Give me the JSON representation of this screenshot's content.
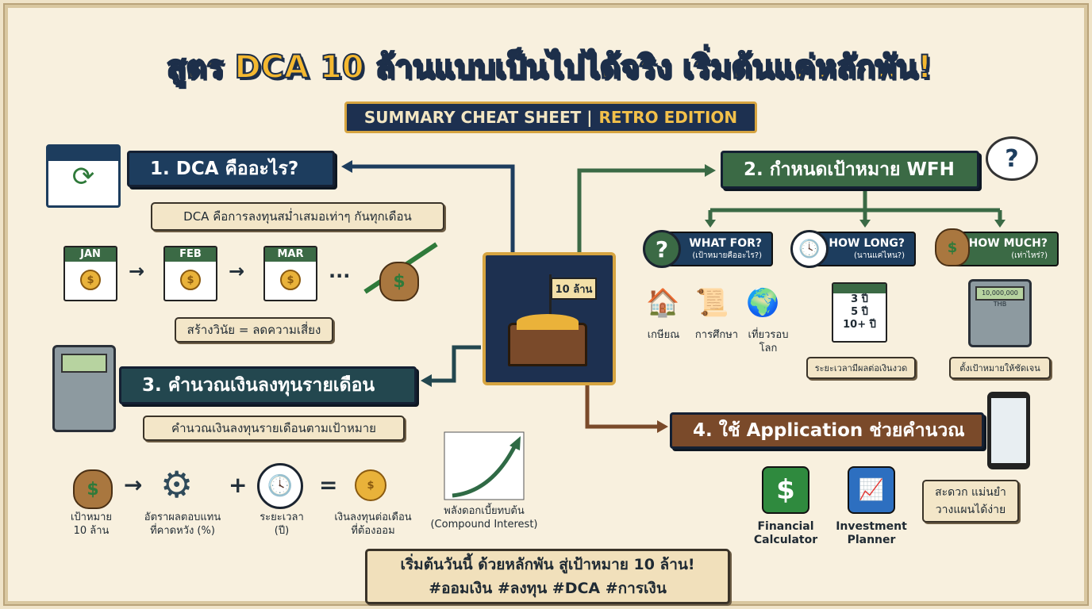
{
  "title": "สูตร DCA 10 ล้านแบบเป็นไปได้จริง เริ่มต้นแค่หลักพัน!",
  "ribbon": {
    "left": "SUMMARY CHEAT SHEET |",
    "right": "RETRO EDITION"
  },
  "center": {
    "flag": "10 ล้าน",
    "icon": "treasure-chest-icon"
  },
  "section1": {
    "title": "1. DCA คืออะไร?",
    "desc": "DCA คือการลงทุนสม่ำเสมอเท่าๆ กันทุกเดือน",
    "months": [
      "JAN",
      "FEB",
      "MAR"
    ],
    "ellipsis": "...",
    "note": "สร้างวินัย = ลดความเสี่ยง"
  },
  "section2": {
    "title": "2. กำหนดเป้าหมาย WFH",
    "what": {
      "label": "WHAT FOR?",
      "sub": "(เป้าหมายคืออะไร?)",
      "items": [
        "เกษียณ",
        "การศึกษา",
        "เที่ยวรอบโลก"
      ]
    },
    "long": {
      "label": "HOW LONG?",
      "sub": "(นานแค่ไหน?)",
      "years": [
        "3 ปี",
        "5 ปี",
        "10+ ปี"
      ],
      "note": "ระยะเวลามีผลต่อเงินงวด"
    },
    "much": {
      "label": "HOW MUCH?",
      "sub": "(เท่าไหร่?)",
      "display": "10,000,000 THB",
      "note": "ตั้งเป้าหมายให้ชัดเจน"
    }
  },
  "section3": {
    "title": "3. คำนวณเงินลงทุนรายเดือน",
    "desc": "คำนวณเงินลงทุนรายเดือนตามเป้าหมาย",
    "formula": [
      {
        "label": "เป้าหมาย\n10 ล้าน"
      },
      {
        "label": "อัตราผลตอบแทน\nที่คาดหวัง (%)"
      },
      {
        "label": "ระยะเวลา\n(ปี)"
      },
      {
        "label": "เงินลงทุนต่อเดือน\nที่ต้องออม"
      }
    ],
    "ops": [
      "→",
      "+",
      "="
    ],
    "chart_caption": "พลังดอกเบี้ยทบต้น\n(Compound Interest)"
  },
  "section4": {
    "title": "4. ใช้ Application ช่วยคำนวณ",
    "apps": [
      {
        "name": "Financial\nCalculator",
        "icon": "$",
        "color": "#2f8a3e"
      },
      {
        "name": "Investment\nPlanner",
        "icon": "chart",
        "color": "#2d6fc0"
      }
    ],
    "bubble": "สะดวก แม่นยำ\nวางแผนได้ง่าย"
  },
  "footer": {
    "line1": "เริ่มต้นวันนี้ ด้วยหลักพัน สู่เป้าหมาย 10 ล้าน!",
    "line2": "#ออมเงิน #ลงทุน #DCA #การเงิน"
  },
  "colors": {
    "navy": "#1d3d5e",
    "green": "#3b6a45",
    "teal": "#23474f",
    "brown": "#7a4a2a",
    "gold": "#f4b830"
  }
}
